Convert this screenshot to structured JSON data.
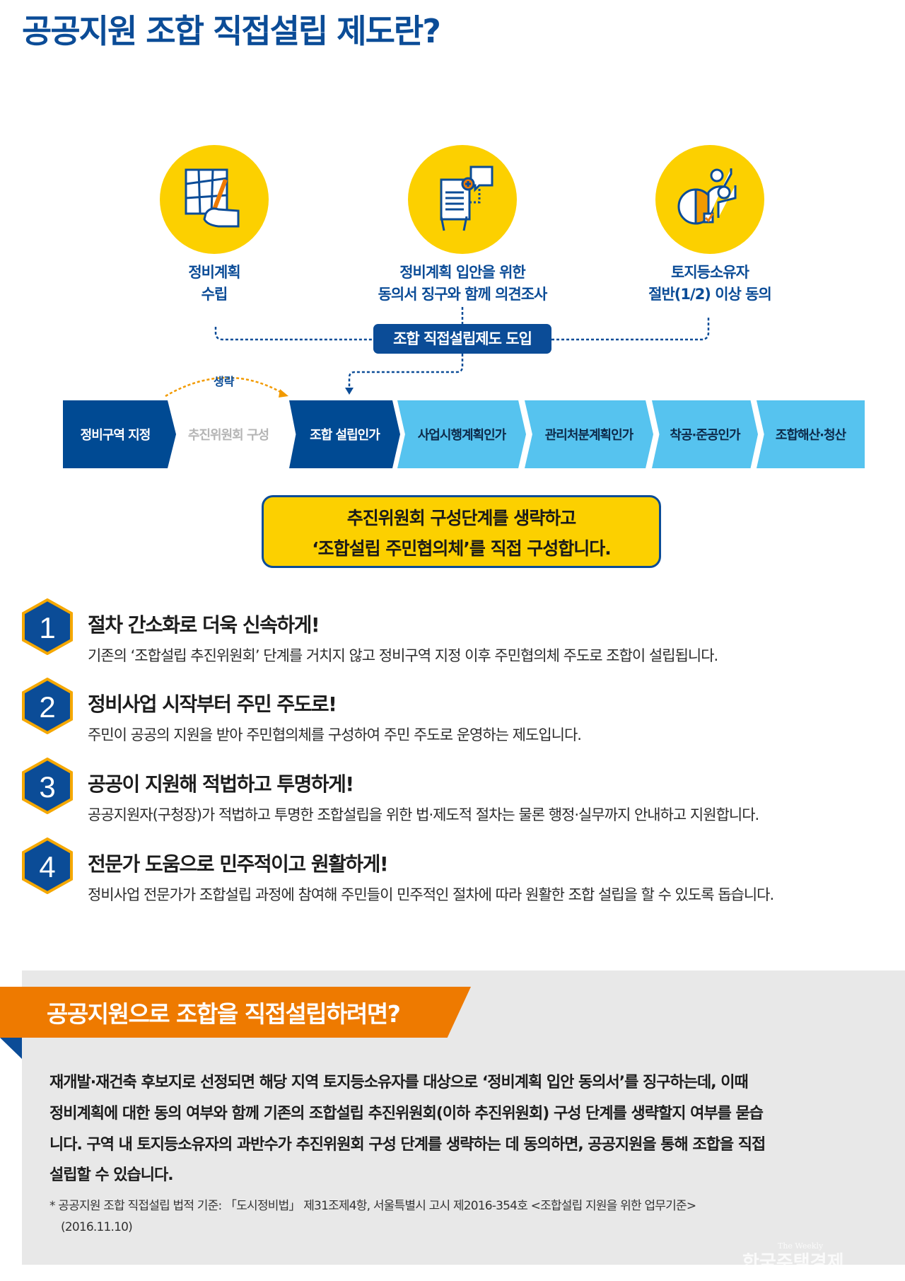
{
  "title": "공공지원 조합 직접설립 제도란?",
  "steps_top": [
    {
      "icon": "map-drawing-icon",
      "line1": "정비계획",
      "line2": "수립"
    },
    {
      "icon": "consent-document-icon",
      "line1": "정비계획 입안을 위한",
      "line2": "동의서 징구와 함께 의견조사"
    },
    {
      "icon": "owners-vote-chart-icon",
      "line1": "토지등소유자",
      "line2": "절반(1/2) 이상 동의"
    }
  ],
  "banner": "조합 직접설립제도 도입",
  "skip_label": "생략",
  "process": [
    "정비구역 지정",
    "추진위원회 구성",
    "조합 설립인가",
    "사업시행계획인가",
    "관리처분계획인가",
    "착공·준공인가",
    "조합해산·청산"
  ],
  "callout": {
    "line1": "추진위원회 구성단계를 생략하고",
    "line2": "‘조합설립 주민협의체’를 직접 구성합니다."
  },
  "benefits": [
    {
      "num": "1",
      "title": "절차 간소화로 더욱 신속하게!",
      "desc": "기존의 ‘조합설립 추진위원회’ 단계를 거치지 않고 정비구역 지정 이후 주민협의체 주도로 조합이 설립됩니다."
    },
    {
      "num": "2",
      "title": "정비사업 시작부터 주민 주도로!",
      "desc": "주민이 공공의 지원을 받아 주민협의체를 구성하여 주민 주도로 운영하는 제도입니다."
    },
    {
      "num": "3",
      "title": "공공이 지원해 적법하고 투명하게!",
      "desc": "공공지원자(구청장)가 적법하고 투명한 조합설립을 위한 법·제도적 절차는 물론 행정·실무까지 안내하고 지원합니다."
    },
    {
      "num": "4",
      "title": "전문가 도움으로 민주적이고 원활하게!",
      "desc": "정비사업 전문가가 조합설립 과정에 참여해 주민들이 민주적인 절차에 따라 원활한 조합 설립을 할 수 있도록 돕습니다."
    }
  ],
  "section2": {
    "title": "공공지원으로 조합을 직접설립하려면?",
    "paragraph": [
      "재개발·재건축 후보지로 선정되면 해당 지역 토지등소유자를 대상으로 ‘정비계획 입안 동의서’를 징구하는데, 이때",
      "정비계획에 대한 동의 여부와 함께 기존의 조합설립 추진위원회(이하 추진위원회) 구성 단계를 생략할지 여부를 묻습",
      "니다. 구역 내 토지등소유자의 과반수가 추진위원회 구성 단계를 생략하는 데 동의하면, 공공지원을 통해 조합을 직접",
      "설립할 수 있습니다."
    ],
    "footnote": [
      "* 공공지원 조합 직접설립 법적 기준: 「도시정비법」 제31조제4항, 서울특별시 고시 제2016-354호 <조합설립 지원을 위한 업무기준>",
      "(2016.11.10)"
    ]
  },
  "watermark": {
    "small": "The Weekly",
    "main": "한국주택경제"
  },
  "colors": {
    "navy": "#0b4c97",
    "yellow": "#fcd000",
    "sky": "#56c3ef",
    "orange": "#ee7a00",
    "gray_bg": "#e8e8e8"
  }
}
